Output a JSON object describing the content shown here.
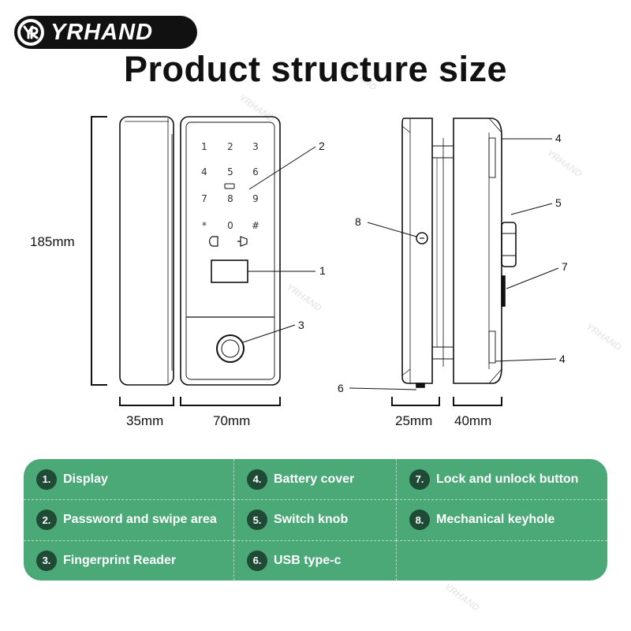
{
  "brand": {
    "name": "YRHAND",
    "mark": "YR"
  },
  "title": "Product structure size",
  "dimensions": {
    "height": "185mm",
    "panel_width": "35mm",
    "front_width": "70mm",
    "side_depth_a": "25mm",
    "side_depth_b": "40mm"
  },
  "keypad": [
    "1",
    "2",
    "3",
    "4",
    "5",
    "6",
    "7",
    "8",
    "9",
    "*",
    "0",
    "#"
  ],
  "callouts": {
    "front": [
      "2",
      "1",
      "3"
    ],
    "side": [
      "4",
      "5",
      "8",
      "7",
      "4",
      "6"
    ]
  },
  "legend": [
    {
      "number": "1.",
      "label": "Display"
    },
    {
      "number": "4.",
      "label": "Battery cover"
    },
    {
      "number": "7.",
      "label": "Lock and unlock button"
    },
    {
      "number": "2.",
      "label": "Password and swipe area"
    },
    {
      "number": "5.",
      "label": "Switch knob"
    },
    {
      "number": "8.",
      "label": "Mechanical keyhole"
    },
    {
      "number": "3.",
      "label": "Fingerprint Reader"
    },
    {
      "number": "6.",
      "label": "USB type-c"
    }
  ],
  "watermark": "YRHAND",
  "colors": {
    "legend_bg": "#4aa977",
    "badge": "#1e4a36",
    "ink": "#111111"
  }
}
